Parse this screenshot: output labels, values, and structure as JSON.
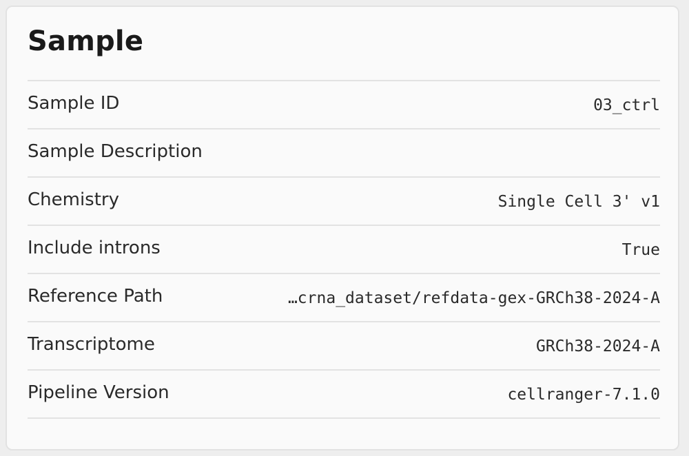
{
  "card": {
    "title": "Sample",
    "rows": [
      {
        "label": "Sample ID",
        "value": "03_ctrl"
      },
      {
        "label": "Sample Description",
        "value": ""
      },
      {
        "label": "Chemistry",
        "value": "Single Cell 3' v1"
      },
      {
        "label": "Include introns",
        "value": "True"
      },
      {
        "label": "Reference Path",
        "value": "…crna_dataset/refdata-gex-GRCh38-2024-A"
      },
      {
        "label": "Transcriptome",
        "value": "GRCh38-2024-A"
      },
      {
        "label": "Pipeline Version",
        "value": "cellranger-7.1.0"
      }
    ]
  }
}
